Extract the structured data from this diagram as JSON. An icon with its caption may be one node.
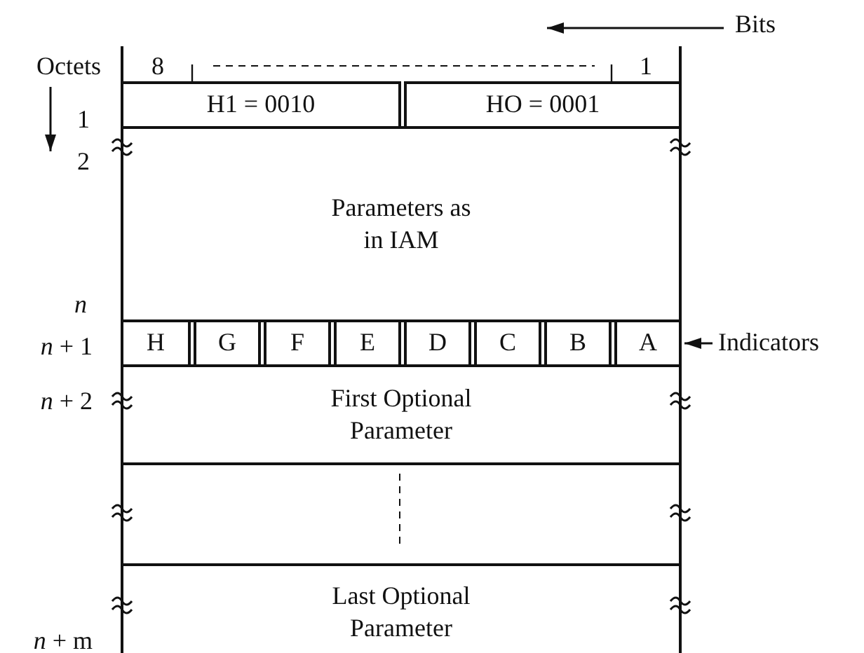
{
  "diagram": {
    "nodes": [
      {
        "text": [
          "H1 = 0010"
        ]
      },
      {
        "text": [
          "HO = 0001"
        ]
      },
      {
        "text": [
          "Parameters as in IAM"
        ]
      },
      {
        "text": [
          "H"
        ]
      },
      {
        "text": [
          "G"
        ]
      },
      {
        "text": [
          "F"
        ]
      },
      {
        "text": [
          "E"
        ]
      },
      {
        "text": [
          "D"
        ]
      },
      {
        "text": [
          "C"
        ]
      },
      {
        "text": [
          "B"
        ]
      },
      {
        "text": [
          "A"
        ]
      },
      {
        "text": [
          "First Optional Parameter"
        ]
      },
      {
        "text": [],
        "shape": "box"
      },
      {
        "text": [
          "Last Optional Parameter"
        ]
      },
      {
        "text": [
          "Indicators"
        ]
      }
    ],
    "edges": [
      {
        "from": 14,
        "to": 10,
        "arrow": "to"
      }
    ],
    "labels": [
      "Bits",
      "8",
      "1",
      "Octets",
      "1",
      "2",
      "*n*",
      "*n* + 1",
      "*n* + 2",
      "*n* + m"
    ]
  }
}
